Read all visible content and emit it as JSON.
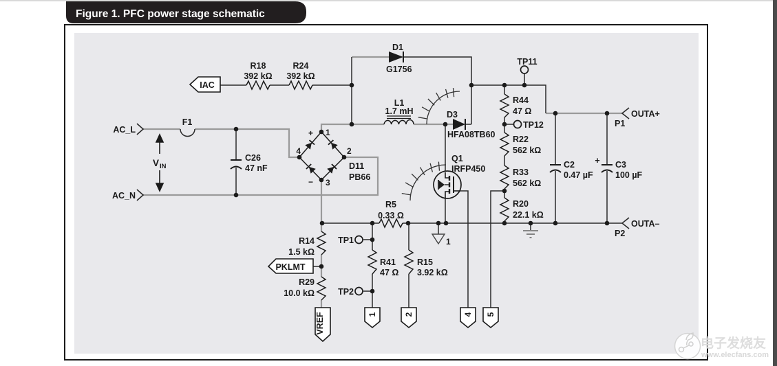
{
  "figure": {
    "title": "Figure 1. PFC power stage schematic"
  },
  "sch": {
    "tags": {
      "iac": "IAC",
      "pklmt": "PKLMT",
      "vref": "VREF"
    },
    "inputs": {
      "acl": "AC_L",
      "acn": "AC_N",
      "vin_v": "V",
      "vin_sub": "IN"
    },
    "f1": {
      "ref": "F1"
    },
    "c26": {
      "ref": "C26",
      "val": "47 nF"
    },
    "r18": {
      "ref": "R18",
      "val": "392 kΩ"
    },
    "r24": {
      "ref": "R24",
      "val": "392 kΩ"
    },
    "d1": {
      "ref": "D1",
      "val": "G1756"
    },
    "l1": {
      "ref": "L1",
      "val": "1.7 mH"
    },
    "d3": {
      "ref": "D3",
      "val": "HFA08TB60"
    },
    "d11": {
      "ref": "D11",
      "val": "PB66"
    },
    "bridge_pins": {
      "p1": "1",
      "p2": "2",
      "p3": "3",
      "p4": "4",
      "plus": "+",
      "minus": "−"
    },
    "q1": {
      "ref": "Q1",
      "val": "IRFP450"
    },
    "r5": {
      "ref": "R5",
      "val": "0.33 Ω"
    },
    "r44": {
      "ref": "R44",
      "val": "47 Ω"
    },
    "r22": {
      "ref": "R22",
      "val": "562 kΩ"
    },
    "r33": {
      "ref": "R33",
      "val": "562 kΩ"
    },
    "r20": {
      "ref": "R20",
      "val": "22.1 kΩ"
    },
    "c2": {
      "ref": "C2",
      "val": "0.47 µF"
    },
    "c3": {
      "ref": "C3",
      "val": "100 µF",
      "plus": "+"
    },
    "r14": {
      "ref": "R14",
      "val": "1.5 kΩ"
    },
    "r29": {
      "ref": "R29",
      "val": "10.0 kΩ"
    },
    "r41": {
      "ref": "R41",
      "val": "47 Ω"
    },
    "r15": {
      "ref": "R15",
      "val": "3.92 kΩ"
    },
    "testpoints": {
      "tp11": "TP11",
      "tp12": "TP12",
      "tp1": "TP1",
      "tp2": "TP2"
    },
    "ports": {
      "outa_plus": "OUTA+",
      "p1": "P1",
      "outa_minus": "OUTA–",
      "p2": "P2"
    },
    "connectors": {
      "c1": "1",
      "c2": "2",
      "c4": "4",
      "c5": "5"
    },
    "net_flags": {
      "gnd1": "1"
    }
  },
  "watermark": {
    "cn": "电子发烧友",
    "url": "www.elecfans.com"
  }
}
